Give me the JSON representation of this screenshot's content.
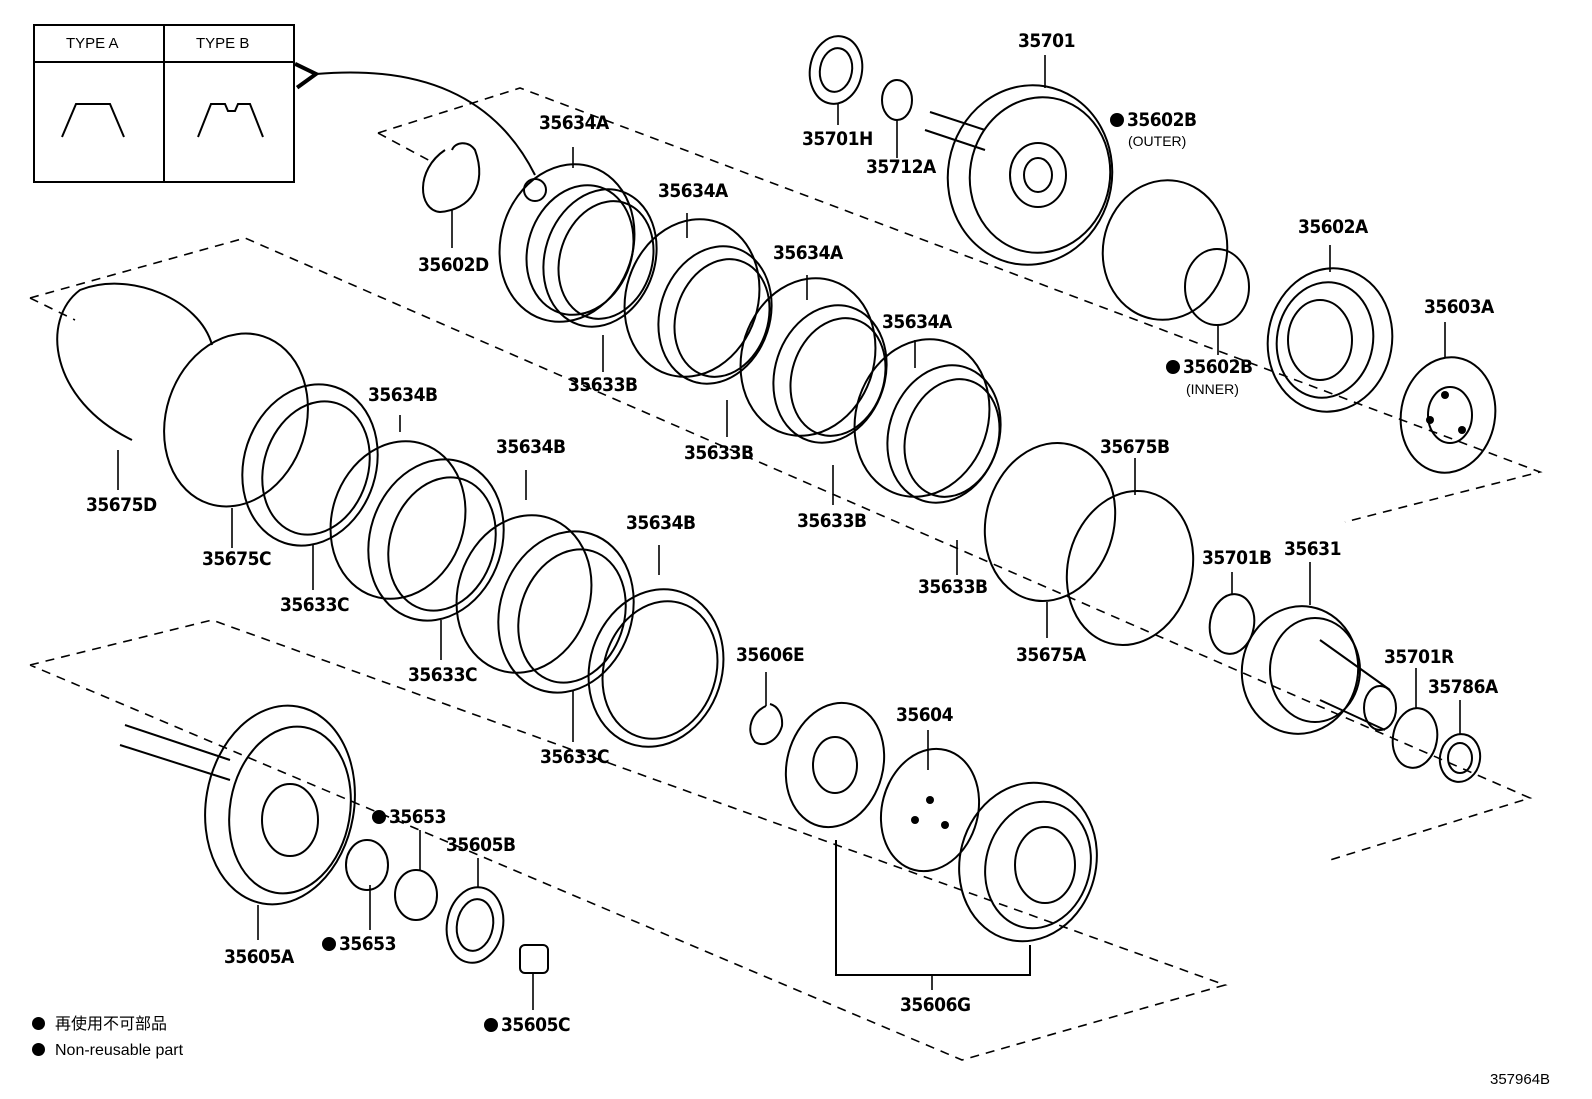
{
  "type_box": {
    "type_a": "TYPE A",
    "type_b": "TYPE B"
  },
  "labels": {
    "p35634A_1": "35634A",
    "p35634A_2": "35634A",
    "p35634A_3": "35634A",
    "p35634A_4": "35634A",
    "p35634B_1": "35634B",
    "p35634B_2": "35634B",
    "p35634B_3": "35634B",
    "p35633B_1": "35633B",
    "p35633B_2": "35633B",
    "p35633B_3": "35633B",
    "p35633B_4": "35633B",
    "p35633C_1": "35633C",
    "p35633C_2": "35633C",
    "p35633C_3": "35633C",
    "p35701": "35701",
    "p35701H": "35701H",
    "p35712A": "35712A",
    "p35602B_outer": "35602B",
    "p35602B_inner": "35602B",
    "p35602A": "35602A",
    "p35603A": "35603A",
    "p35602D": "35602D",
    "p35675D": "35675D",
    "p35675C": "35675C",
    "p35675B": "35675B",
    "p35675A": "35675A",
    "p35701B": "35701B",
    "p35631": "35631",
    "p35701R": "35701R",
    "p35786A": "35786A",
    "p35606E": "35606E",
    "p35604": "35604",
    "p35606G": "35606G",
    "p35653_1": "35653",
    "p35653_2": "35653",
    "p35605B": "35605B",
    "p35605A": "35605A",
    "p35605C": "35605C"
  },
  "sublabels": {
    "outer": "(OUTER)",
    "inner": "(INNER)"
  },
  "legend": {
    "jp": "再使用不可部品",
    "en": "Non-reusable part"
  },
  "illustration_code": "357964B"
}
